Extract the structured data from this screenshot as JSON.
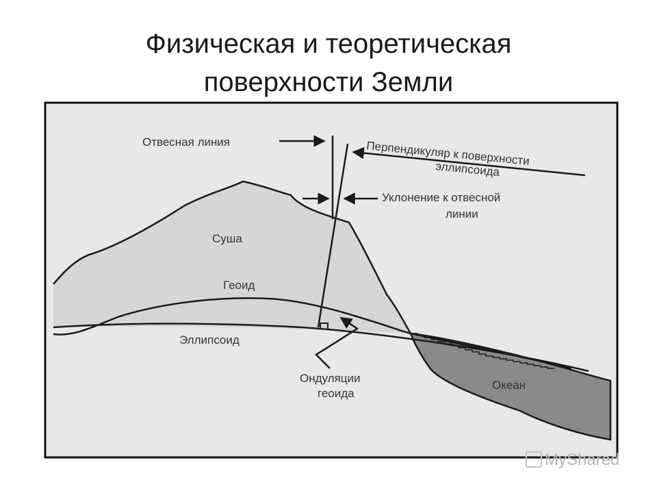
{
  "title": {
    "line1": "Физическая и теоретическая",
    "line2": "поверхности Земли"
  },
  "labels": {
    "plumb_line": "Отвесная линия",
    "perpendicular_line1": "Перпендикуляр к поверхности",
    "perpendicular_line2": "эллипсоида",
    "deviation_line1": "Уклонение к отвесной",
    "deviation_line2": "линии",
    "land": "Суша",
    "geoid": "Геоид",
    "ellipsoid": "Эллипсоид",
    "undulation_line1": "Ондуляции",
    "undulation_line2": "геоида",
    "ocean": "Океан"
  },
  "watermark": "MyShared",
  "colors": {
    "background": "#e8e8e8",
    "land": "#d6d6d6",
    "ocean": "#8a8a8a",
    "stroke": "#1a1a1a"
  }
}
